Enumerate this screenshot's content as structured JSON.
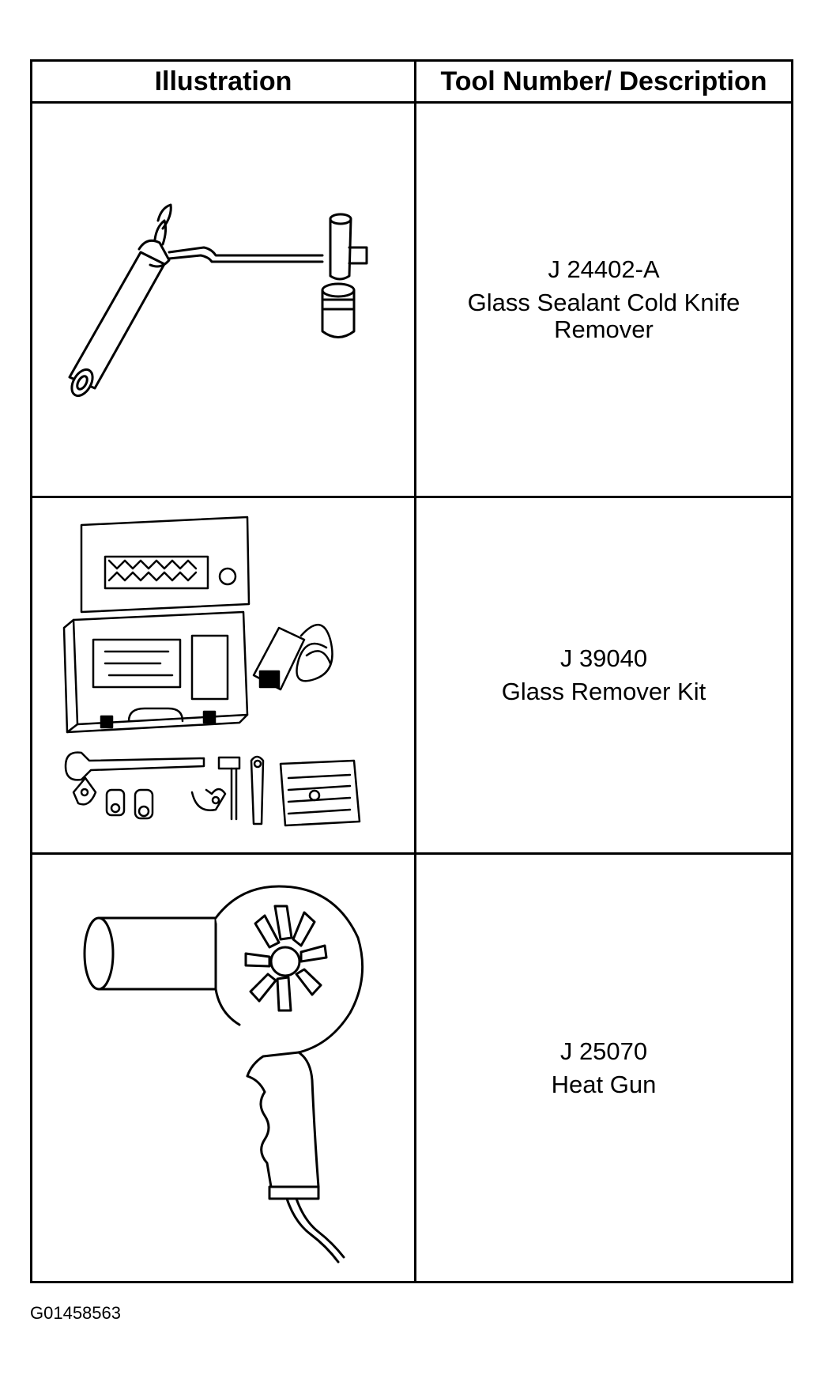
{
  "table": {
    "headers": {
      "illustration": "Illustration",
      "description": "Tool Number/ Description"
    },
    "rows": [
      {
        "tool_number": "J 24402-A",
        "description": "Glass Sealant Cold Knife Remover",
        "illustration_icon": "cold-knife-remover-icon"
      },
      {
        "tool_number": "J 39040",
        "description": "Glass Remover Kit",
        "illustration_icon": "glass-remover-kit-icon"
      },
      {
        "tool_number": "J 25070",
        "description": "Heat Gun",
        "illustration_icon": "heat-gun-icon"
      }
    ]
  },
  "footer": {
    "code": "G01458563"
  }
}
